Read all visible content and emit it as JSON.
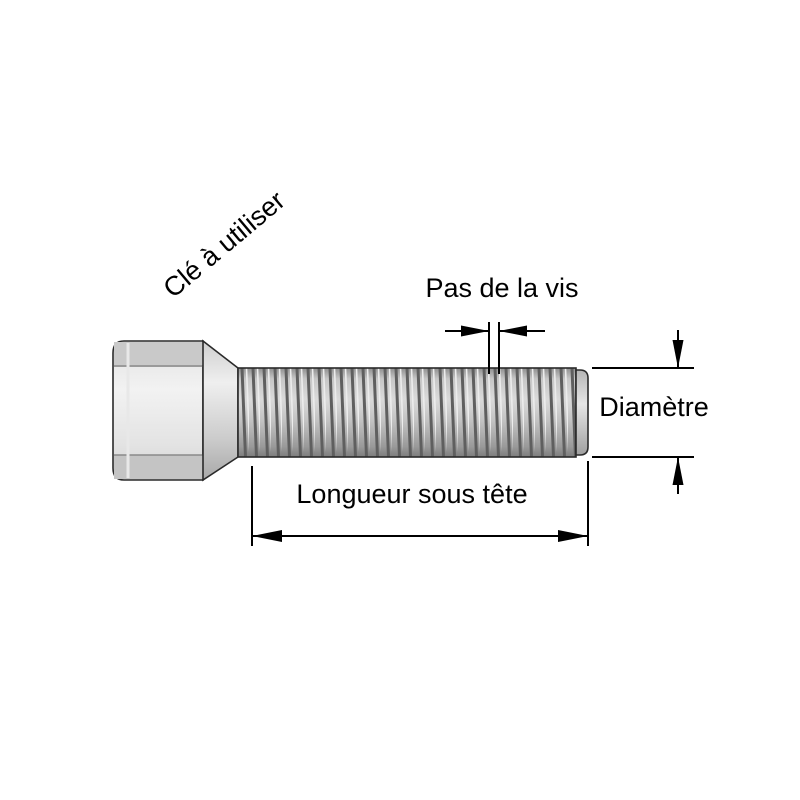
{
  "labels": {
    "wrench": "Clé à utiliser",
    "pitch": "Pas de la vis",
    "diameter": "Diamètre",
    "length": "Longueur sous tête"
  },
  "colors": {
    "background": "#ffffff",
    "line": "#000000",
    "metal_light": "#f0f0f0",
    "metal_mid": "#c8c8c8",
    "metal_dark": "#8a8a8a",
    "thread_dark": "#5f5f5f"
  }
}
